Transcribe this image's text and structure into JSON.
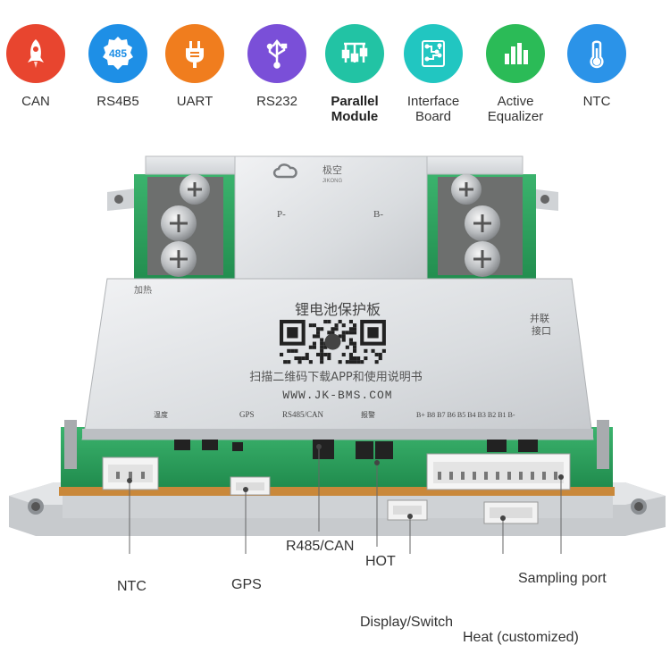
{
  "features": [
    {
      "label_lines": [
        "CAN"
      ],
      "color": "#e8452f",
      "icon": "rocket-icon",
      "bold": false
    },
    {
      "label_lines": [
        "RS4B5"
      ],
      "color": "#1e8fe6",
      "icon": "badge-485-icon",
      "icon_text": "485",
      "bold": false
    },
    {
      "label_lines": [
        "UART"
      ],
      "color": "#f07d1e",
      "icon": "plug-icon",
      "bold": false
    },
    {
      "label_lines": [
        "RS232"
      ],
      "color": "#7a4fd8",
      "icon": "usb-icon",
      "bold": false
    },
    {
      "label_lines": [
        "Parallel",
        "Module"
      ],
      "color": "#22c3a4",
      "icon": "parallel-bars-icon",
      "bold": true
    },
    {
      "label_lines": [
        "Interface",
        "Board"
      ],
      "color": "#21c6c1",
      "icon": "circuit-board-icon",
      "bold": false
    },
    {
      "label_lines": [
        "Active",
        "Equalizer"
      ],
      "color": "#2bbb57",
      "icon": "equalizer-bars-icon",
      "bold": false
    },
    {
      "label_lines": [
        "NTC"
      ],
      "color": "#2b93e8",
      "icon": "thermometer-icon",
      "bold": false
    }
  ],
  "board": {
    "logo_cn": "极空",
    "logo_en": "JIKONG",
    "terminal_left": "P-",
    "terminal_right": "B-",
    "heat_label": "加热",
    "title_cn": "锂电池保护板",
    "parallel_cn": [
      "并联",
      "接口"
    ],
    "scan_text": "扫描二维码下载APP和使用说明书",
    "website": "WWW.JK-BMS.COM",
    "ports_row": [
      "温度",
      "GPS",
      "RS485/CAN",
      "报警",
      "B+ B8 B7 B6 B5 B4 B3 B2 B1 B-"
    ]
  },
  "callouts": [
    {
      "name": "ntc",
      "text": "NTC"
    },
    {
      "name": "gps",
      "text": "GPS"
    },
    {
      "name": "r485-can",
      "text": "R485/CAN"
    },
    {
      "name": "hot",
      "text": "HOT"
    },
    {
      "name": "display-switch",
      "text": "Display/Switch"
    },
    {
      "name": "sampling-port",
      "text": "Sampling port"
    },
    {
      "name": "heat-customized",
      "text": "Heat (customized)"
    }
  ]
}
